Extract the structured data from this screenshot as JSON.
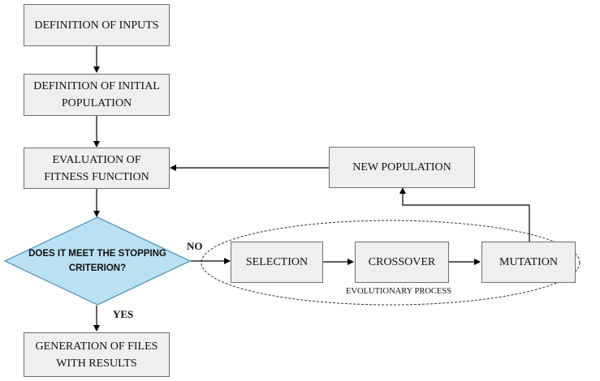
{
  "steps": {
    "inputs": "DEFINITION OF INPUTS",
    "initial_population": "DEFINITION OF INITIAL\nPOPULATION",
    "fitness": "EVALUATION OF\nFITNESS FUNCTION",
    "decision": "DOES IT MEET THE STOPPING\nCRITERION?",
    "results": "GENERATION OF FILES\nWITH RESULTS",
    "new_population": "NEW POPULATION",
    "selection": "SELECTION",
    "crossover": "CROSSOVER",
    "mutation": "MUTATION"
  },
  "labels": {
    "no": "NO",
    "yes": "YES",
    "evolutionary_process": "EVOLUTIONARY PROCESS"
  },
  "colors": {
    "box_fill": "#efefef",
    "box_border": "#6e6e6e",
    "decision_fill": "#b9e1f3",
    "decision_border": "#4a8db5",
    "arrow": "#000000"
  }
}
